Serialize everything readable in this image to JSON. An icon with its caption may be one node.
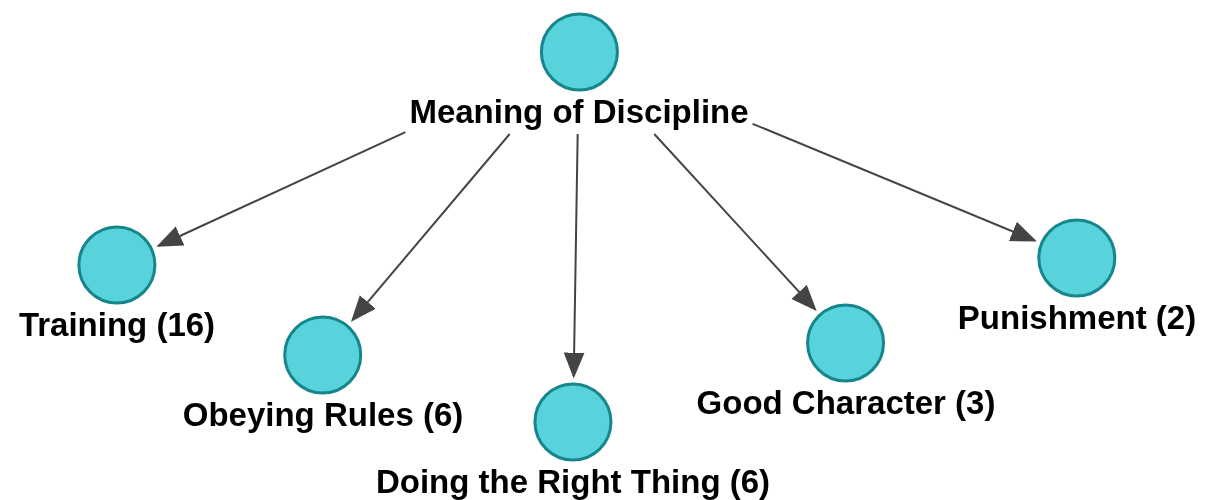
{
  "diagram": {
    "nodes": [
      {
        "text": [
          "Meaning of Discipline"
        ]
      },
      {
        "text": [
          "Training (16)"
        ]
      },
      {
        "text": [
          "Obeying Rules (6)"
        ]
      },
      {
        "text": [
          "Doing the Right Thing (6)"
        ]
      },
      {
        "text": [
          "Good Character (3)"
        ]
      },
      {
        "text": [
          "Punishment (2)"
        ]
      }
    ],
    "edges": [
      {
        "from": 0,
        "to": 1,
        "arrow": "to"
      },
      {
        "from": 0,
        "to": 2,
        "arrow": "to"
      },
      {
        "from": 0,
        "to": 3,
        "arrow": "to"
      },
      {
        "from": 0,
        "to": 4,
        "arrow": "to"
      },
      {
        "from": 0,
        "to": 5,
        "arrow": "to"
      }
    ]
  }
}
